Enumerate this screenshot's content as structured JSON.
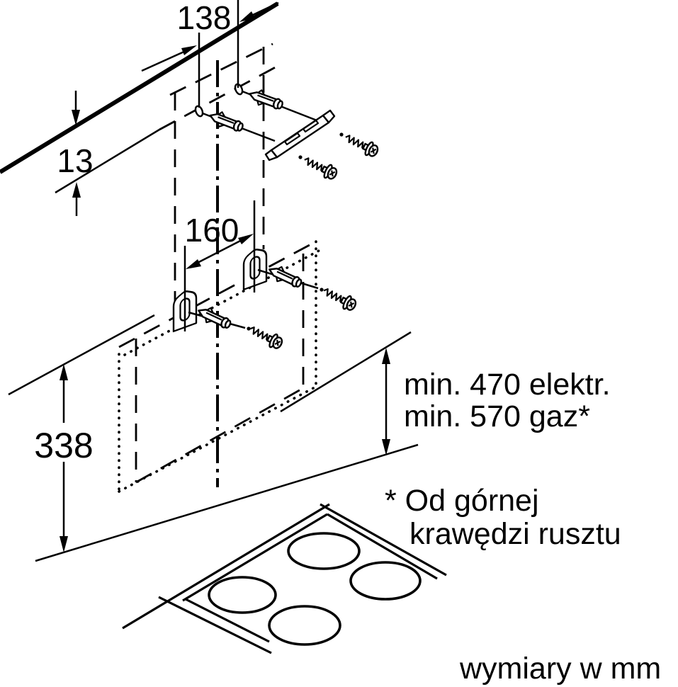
{
  "diagram": {
    "title_hidden": "",
    "dimensions": {
      "top_spacing": "138",
      "wall_offset": "13",
      "hole_spacing": "160",
      "hood_height": "338",
      "min_electric": "min. 470 elektr.",
      "min_gas": "min. 570 gaz*"
    },
    "footnote": {
      "line1": "* Od górnej",
      "line2": "krawędzi rusztu"
    },
    "units_note": "wymiary w mm",
    "colors": {
      "line": "#000000",
      "background": "#ffffff"
    }
  }
}
